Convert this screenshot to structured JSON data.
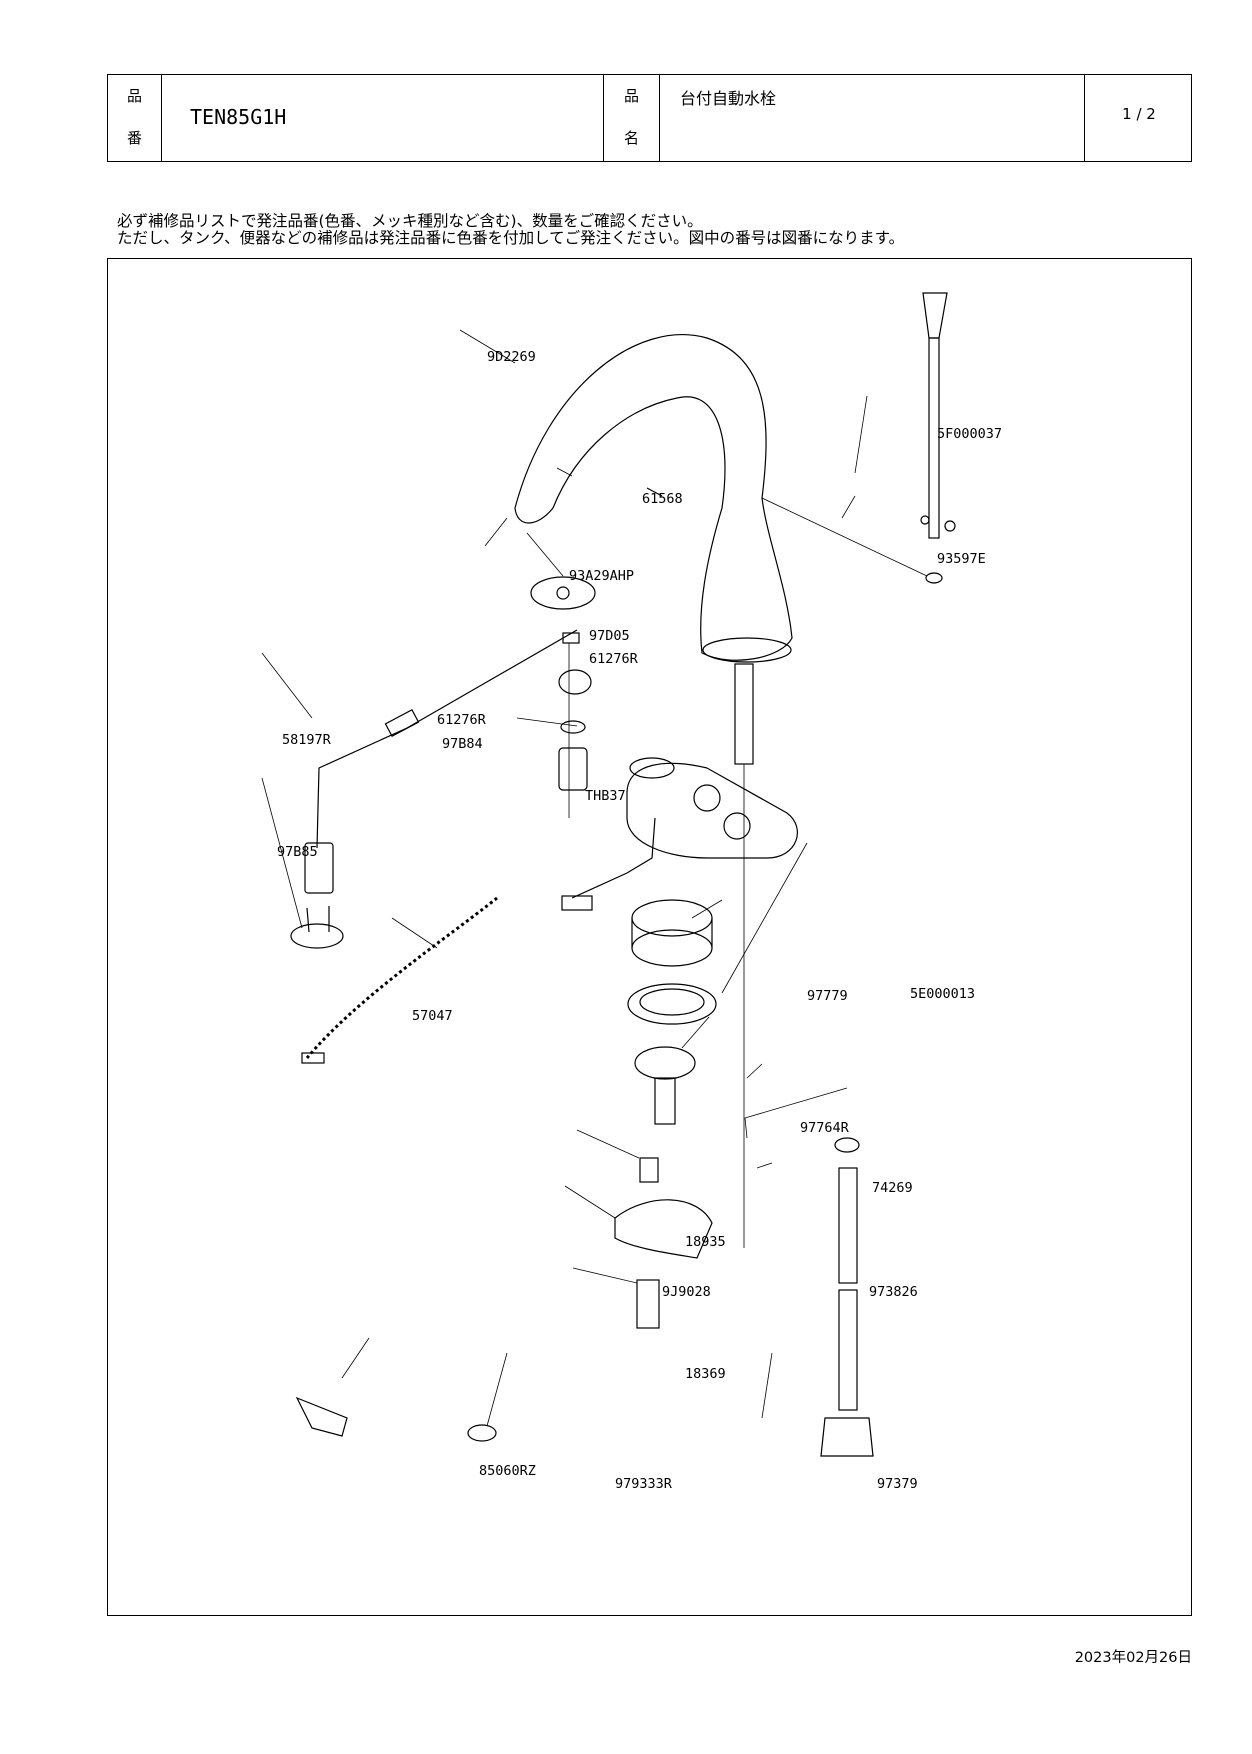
{
  "header": {
    "part_no_label_top": "品",
    "part_no_label_bottom": "番",
    "part_no": "TEN85G1H",
    "name_label_top": "品",
    "name_label_bottom": "名",
    "name": "台付自動水栓",
    "page": "1 / 2"
  },
  "notes": [
    "必ず補修品リストで発注品番(色番、メッキ種別など含む)、数量をご確認ください。",
    "ただし、タンク、便器などの補修品は発注品番に色番を付加してご発注ください。図中の番号は図番になります。"
  ],
  "parts": {
    "spout": "9D2269",
    "screw": "61568",
    "rod": "5F000037",
    "nut": "93597E",
    "plate": "93A29AHP",
    "clip": "97D05",
    "screw_a": "61276R",
    "screw_b": "61276R",
    "sensor_cable": "58197R",
    "valve": "97B84",
    "washer": "THB37",
    "base_holder": "97B85",
    "chain": "57047",
    "switch_base": "5E000013",
    "gasket": "97779",
    "stopper": "97764R",
    "clamp": "74269",
    "spacer_top": "18935",
    "fixing_plate": "9J9028",
    "pipe": "973826",
    "spacer_bottom": "18369",
    "key": "85060RZ",
    "packing": "979333R",
    "hose_nut": "97379"
  },
  "date": "2023年02月26日"
}
